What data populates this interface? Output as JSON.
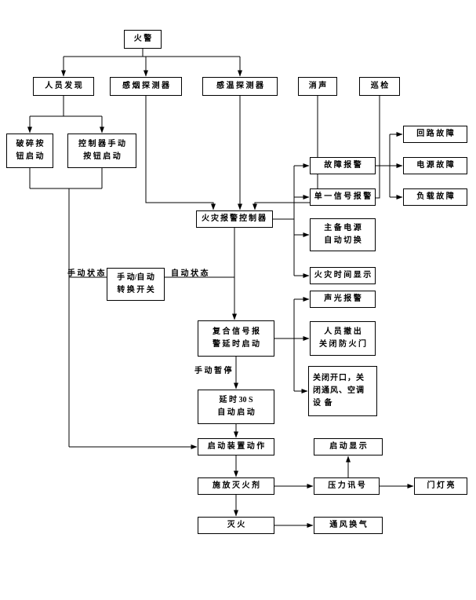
{
  "diagram": {
    "title": "fire alarm system flowchart",
    "colors": {
      "line": "#000000",
      "background": "#ffffff"
    },
    "boxes": {
      "fire_alarm": "火  警",
      "personnel": "人 员 发 现",
      "smoke": "感 烟 探 测 器",
      "temp": "感 温 探 测 器",
      "silence": "消  声",
      "patrol": "巡  检",
      "break_button": "破 碎 按\n钮 启 动",
      "ctrl_manual": "控 制 器 手 动\n按 钮 启 动",
      "controller": "火灾报警控制器",
      "fault_alarm": "故 障 报 警",
      "loop_fault": "回 路 故 障",
      "power_fault": "电 源 故 障",
      "load_fault": "负 载 故 障",
      "single_signal": "单 一 信 号 报 警",
      "power_switch": "主 备 电 源\n自 动 切 换",
      "fire_time": "火 灾 时 间 显 示",
      "transfer_switch": "手 动/自 动\n转 换 开 关",
      "composite": "复 合 信 号 报\n警 延 时 启 动",
      "sound_light": "声 光 报 警",
      "evacuate": "人 员 撤 出\n关 闭 防 火 门",
      "close_openings": "关闭开口，关\n闭通风、空调\n设 备",
      "delay30": "延 时 30 S\n自 动 启 动",
      "start_device": "启 动 装 置 动 作",
      "start_display": "启 动 显 示",
      "release_agent": "施 放 灭 火 剂",
      "pressure": "压 力 讯 号",
      "door_light": "门 灯 亮",
      "extinguish": "灭      火",
      "ventilation": "通 风 换 气"
    },
    "labels": {
      "manual_state": "手 动 状 态",
      "auto_state": "自 动 状 态",
      "manual_pause": "手 动 暂 停"
    }
  }
}
